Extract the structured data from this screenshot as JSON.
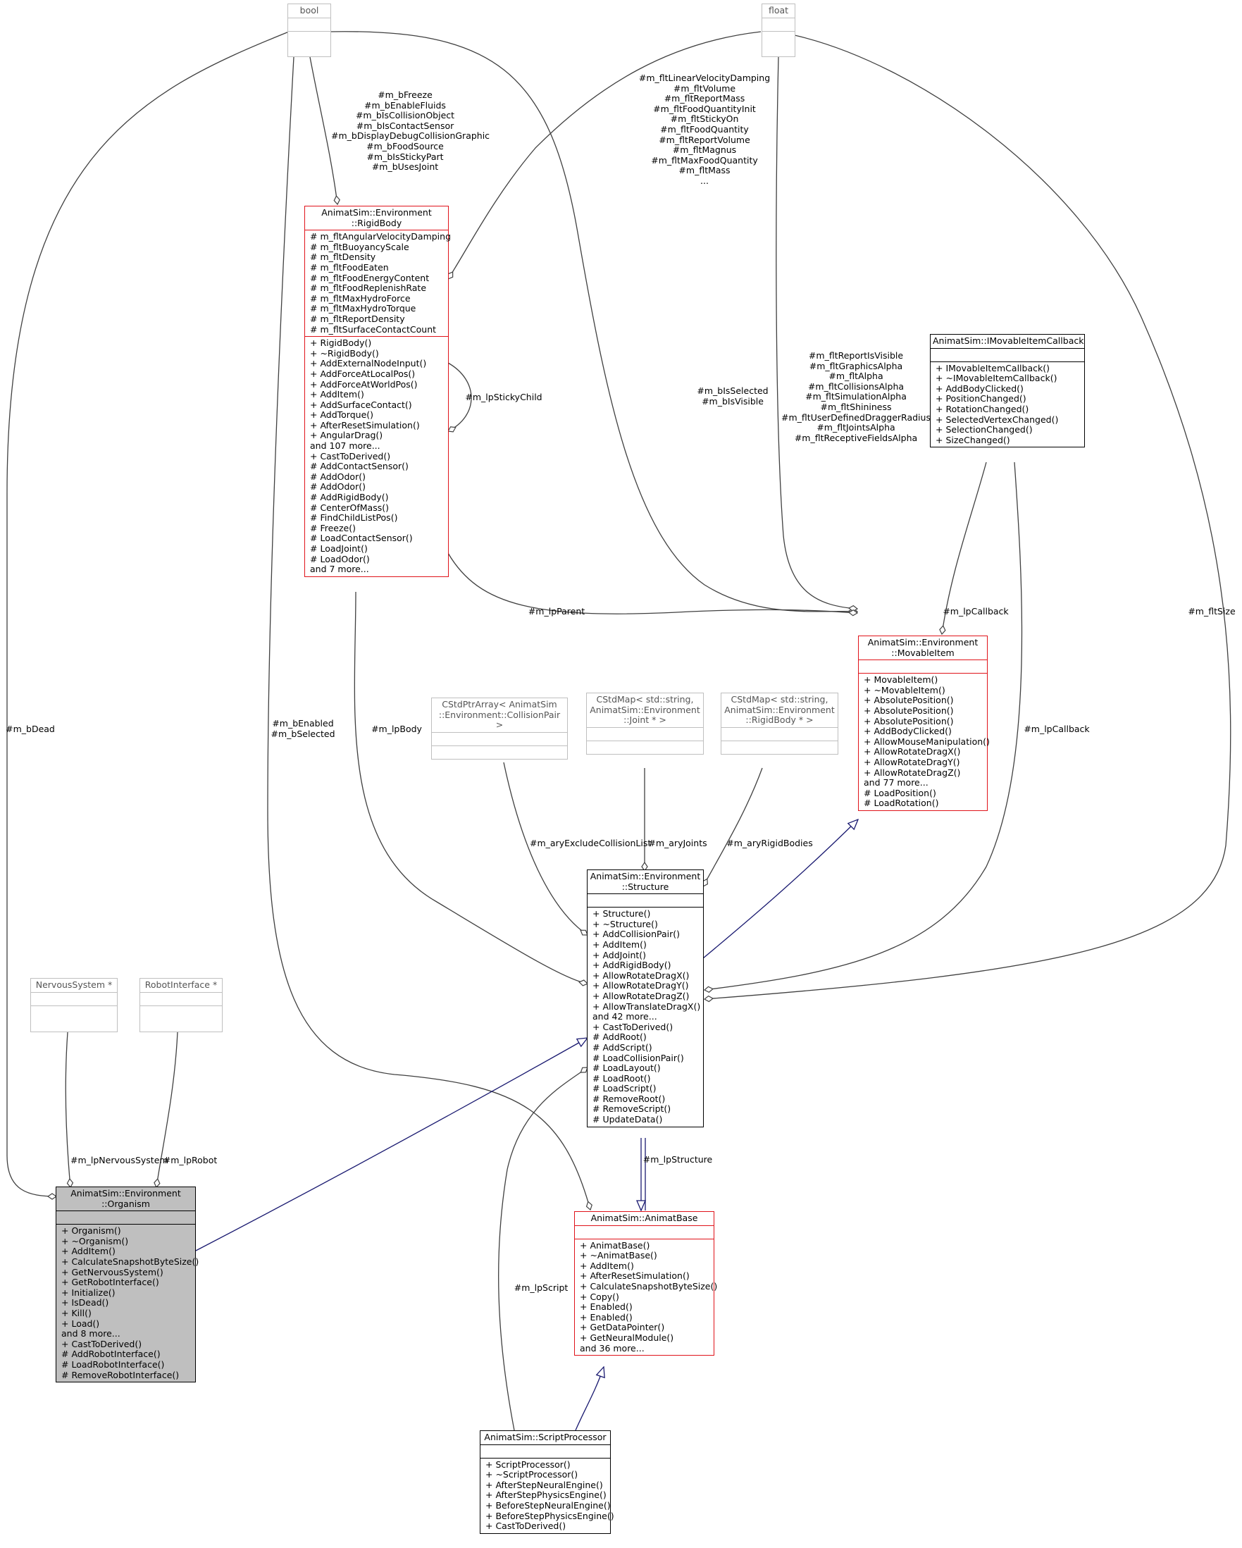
{
  "labels": {
    "rigidbody_bools": [
      "#m_bFreeze",
      "#m_bEnableFluids",
      "#m_bIsCollisionObject",
      "#m_bIsContactSensor",
      "#m_bDisplayDebugCollisionGraphic",
      "#m_bFoodSource",
      "#m_bIsStickyPart",
      "#m_bUsesJoint"
    ],
    "rigidbody_floats": [
      "#m_fltLinearVelocityDamping",
      "#m_fltVolume",
      "#m_fltReportMass",
      "#m_fltFoodQuantityInit",
      "#m_fltStickyOn",
      "#m_fltFoodQuantity",
      "#m_fltReportVolume",
      "#m_fltMagnus",
      "#m_fltMaxFoodQuantity",
      "#m_fltMass",
      "..."
    ],
    "movable_floats": [
      "#m_fltReportIsVisible",
      "#m_fltGraphicsAlpha",
      "#m_fltAlpha",
      "#m_fltCollisionsAlpha",
      "#m_fltSimulationAlpha",
      "#m_fltShininess",
      "#m_fltUserDefinedDraggerRadius",
      "#m_fltJointsAlpha",
      "#m_fltReceptiveFieldsAlpha"
    ],
    "movable_bools": [
      "#m_bIsSelected",
      "#m_bIsVisible"
    ],
    "sticky_child": "#m_lpStickyChild",
    "parent": "#m_lpParent",
    "callback_movable": "#m_lpCallback",
    "callback_structure": "#m_lpCallback",
    "flt_size": "#m_fltSize",
    "b_dead": "#m_bDead",
    "base_bools": [
      "#m_bEnabled",
      "#m_bSelected"
    ],
    "lp_body": "#m_lpBody",
    "exclude_collision": "#m_aryExcludeCollisionList",
    "joints": "#m_aryJoints",
    "rigid_bodies": "#m_aryRigidBodies",
    "nervous_system": "#m_lpNervousSystem",
    "robot": "#m_lpRobot",
    "structure": "#m_lpStructure",
    "script": "#m_lpScript"
  },
  "nodes": {
    "bool": {
      "title": [
        "bool"
      ]
    },
    "float": {
      "title": [
        "float"
      ]
    },
    "rigidbody": {
      "title": [
        "AnimatSim::Environment",
        "::RigidBody"
      ],
      "attributes": [
        "# m_fltAngularVelocityDamping",
        "# m_fltBuoyancyScale",
        "# m_fltDensity",
        "# m_fltFoodEaten",
        "# m_fltFoodEnergyContent",
        "# m_fltFoodReplenishRate",
        "# m_fltMaxHydroForce",
        "# m_fltMaxHydroTorque",
        "# m_fltReportDensity",
        "# m_fltSurfaceContactCount"
      ],
      "methods": [
        "+ RigidBody()",
        "+ ~RigidBody()",
        "+ AddExternalNodeInput()",
        "+ AddForceAtLocalPos()",
        "+ AddForceAtWorldPos()",
        "+ AddItem()",
        "+ AddSurfaceContact()",
        "+ AddTorque()",
        "+ AfterResetSimulation()",
        "+ AngularDrag()",
        "and 107 more...",
        "+ CastToDerived()",
        "# AddContactSensor()",
        "# AddOdor()",
        "# AddOdor()",
        "# AddRigidBody()",
        "# CenterOfMass()",
        "# FindChildListPos()",
        "# Freeze()",
        "# LoadContactSensor()",
        "# LoadJoint()",
        "# LoadOdor()",
        "and 7 more..."
      ]
    },
    "callback": {
      "title": [
        "AnimatSim::IMovableItemCallback"
      ],
      "methods": [
        "+ IMovableItemCallback()",
        "+ ~IMovableItemCallback()",
        "+ AddBodyClicked()",
        "+ PositionChanged()",
        "+ RotationChanged()",
        "+ SelectedVertexChanged()",
        "+ SelectionChanged()",
        "+ SizeChanged()"
      ]
    },
    "movable": {
      "title": [
        "AnimatSim::Environment",
        "::MovableItem"
      ],
      "methods": [
        "+ MovableItem()",
        "+ ~MovableItem()",
        "+ AbsolutePosition()",
        "+ AbsolutePosition()",
        "+ AbsolutePosition()",
        "+ AddBodyClicked()",
        "+ AllowMouseManipulation()",
        "+ AllowRotateDragX()",
        "+ AllowRotateDragY()",
        "+ AllowRotateDragZ()",
        "and 77 more...",
        "# LoadPosition()",
        "# LoadRotation()"
      ]
    },
    "ptrarray": {
      "title": [
        "CStdPtrArray< AnimatSim",
        "::Environment::CollisionPair >"
      ]
    },
    "jointmap": {
      "title": [
        "CStdMap< std::string,",
        "AnimatSim::Environment",
        "::Joint * >"
      ]
    },
    "rbmap": {
      "title": [
        "CStdMap< std::string,",
        "AnimatSim::Environment",
        "::RigidBody * >"
      ]
    },
    "structure": {
      "title": [
        "AnimatSim::Environment",
        "::Structure"
      ],
      "methods": [
        "+ Structure()",
        "+ ~Structure()",
        "+ AddCollisionPair()",
        "+ AddItem()",
        "+ AddJoint()",
        "+ AddRigidBody()",
        "+ AllowRotateDragX()",
        "+ AllowRotateDragY()",
        "+ AllowRotateDragZ()",
        "+ AllowTranslateDragX()",
        "and 42 more...",
        "+ CastToDerived()",
        "# AddRoot()",
        "# AddScript()",
        "# LoadCollisionPair()",
        "# LoadLayout()",
        "# LoadRoot()",
        "# LoadScript()",
        "# RemoveRoot()",
        "# RemoveScript()",
        "# UpdateData()"
      ]
    },
    "nervous": {
      "title": [
        "NervousSystem *"
      ]
    },
    "robot": {
      "title": [
        "RobotInterface *"
      ]
    },
    "organism": {
      "title": [
        "AnimatSim::Environment",
        "::Organism"
      ],
      "methods": [
        "+ Organism()",
        "+ ~Organism()",
        "+ AddItem()",
        "+ CalculateSnapshotByteSize()",
        "+ GetNervousSystem()",
        "+ GetRobotInterface()",
        "+ Initialize()",
        "+ IsDead()",
        "+ Kill()",
        "+ Load()",
        "and 8 more...",
        "+ CastToDerived()",
        "# AddRobotInterface()",
        "# LoadRobotInterface()",
        "# RemoveRobotInterface()"
      ]
    },
    "animatbase": {
      "title": [
        "AnimatSim::AnimatBase"
      ],
      "methods": [
        "+ AnimatBase()",
        "+ ~AnimatBase()",
        "+ AddItem()",
        "+ AfterResetSimulation()",
        "+ CalculateSnapshotByteSize()",
        "+ Copy()",
        "+ Enabled()",
        "+ Enabled()",
        "+ GetDataPointer()",
        "+ GetNeuralModule()",
        "and 36 more..."
      ]
    },
    "script": {
      "title": [
        "AnimatSim::ScriptProcessor"
      ],
      "methods": [
        "+ ScriptProcessor()",
        "+ ~ScriptProcessor()",
        "+ AfterStepNeuralEngine()",
        "+ AfterStepPhysicsEngine()",
        "+ BeforeStepNeuralEngine()",
        "+ BeforeStepPhysicsEngine()",
        "+ CastToDerived()"
      ]
    }
  }
}
